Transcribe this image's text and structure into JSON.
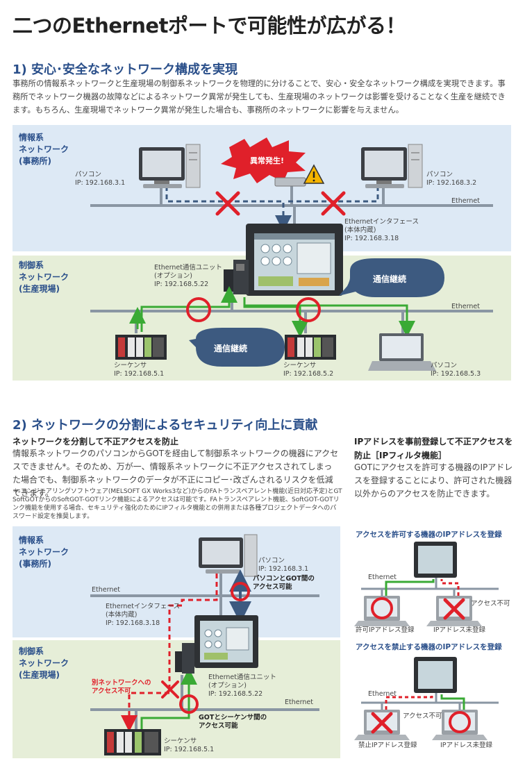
{
  "title": "二つのEthernetポートで可能性が広がる！",
  "section1": {
    "heading": "1) 安心･安全なネットワーク構成を実現",
    "body": "事務所の情報系ネットワークと生産現場の制御系ネットワークを物理的に分けることで、安心・安全なネットワーク構成を実現できます。事務所でネットワーク機器の故障などによるネットワーク異常が発生しても、生産現場のネットワークは影響を受けることなく生産を継続できます。もちろん、生産現場でネットワーク異常が発生した場合も、事務所のネットワークに影響を与えません。",
    "info_net": [
      "情報系",
      "ネットワーク",
      "(事務所)"
    ],
    "ctrl_net": [
      "制御系",
      "ネットワーク",
      "(生産現場)"
    ],
    "pc1": [
      "パソコン",
      "IP: 192.168.3.1"
    ],
    "pc2": [
      "パソコン",
      "IP: 192.168.3.2"
    ],
    "alert": "異常発生!",
    "ethernet": "Ethernet",
    "eth_if": [
      "Ethernetインタフェース",
      "(本体内蔵)",
      "IP: 192.168.3.18"
    ],
    "eth_unit": [
      "Ethernet通信ユニット",
      "(オプション)",
      "IP: 192.168.5.22"
    ],
    "continue": "通信継続",
    "seq1": [
      "シーケンサ",
      "IP: 192.168.5.1"
    ],
    "seq2": [
      "シーケンサ",
      "IP: 192.168.5.2"
    ],
    "pc3": [
      "パソコン",
      "IP: 192.168.5.3"
    ]
  },
  "section2": {
    "heading": "2) ネットワークの分割によるセキュリティ向上に貢献",
    "sub_left": "ネットワークを分割して不正アクセスを防止",
    "body_left": "情報系ネットワークのパソコンからGOTを経由して制御系ネットワークの機器にアクセスできません*。そのため、万が一、情報系ネットワークに不正アクセスされてしまった場合でも、制御系ネットワークのデータが不正にコピー･改ざんされるリスクを低減できます。",
    "note": "＊ エンジニアリングソフトウェア(MELSOFT GX Works3など)からのFAトランスペアレント機能(近日対応予定)とGT SoftGOTからのSoftGOT-GOTリンク機能によるアクセスは可能です。FAトランスペアレント機能、SoftGOT-GOTリンク機能を使用する場合、セキュリティ強化のためにIPフィルタ機能との併用または各種プロジェクトデータへのパスワード設定を推奨します。",
    "sub_right": [
      "IPアドレスを事前登録して不正アクセスを",
      "防止［IPフィルタ機能］"
    ],
    "body_right": "GOTにアクセスを許可する機器のIPアドレスを登録することにより、許可された機器以外からのアクセスを防止できます。",
    "pc": [
      "パソコン",
      "IP: 192.168.3.1"
    ],
    "pc_got_ok": [
      "パソコンとGOT間の",
      "アクセス可能"
    ],
    "eth_if": [
      "Ethernetインタフェース",
      "(本体内蔵)",
      "IP: 192.168.3.18"
    ],
    "eth_unit": [
      "Ethernet通信ユニット",
      "(オプション)",
      "IP: 192.168.5.22"
    ],
    "other_net_ng": [
      "別ネットワークへの",
      "アクセス不可"
    ],
    "got_seq_ok": [
      "GOTとシーケンサ間の",
      "アクセス可能"
    ],
    "seq": [
      "シーケンサ",
      "IP: 192.168.5.1"
    ],
    "allow_title": "アクセスを許可する機器のIPアドレスを登録",
    "deny_title": "アクセスを禁止する機器のIPアドレスを登録",
    "access_ng": "アクセス不可",
    "allow_reg": "許可IPアドレス登録",
    "unreg": "IPアドレス未登録",
    "deny_reg": "禁止IPアドレス登録"
  },
  "colors": {
    "blue": "#2a4f8a",
    "green": "#3aaa35",
    "red": "#e0202a",
    "arrow": "#3d5a80"
  }
}
